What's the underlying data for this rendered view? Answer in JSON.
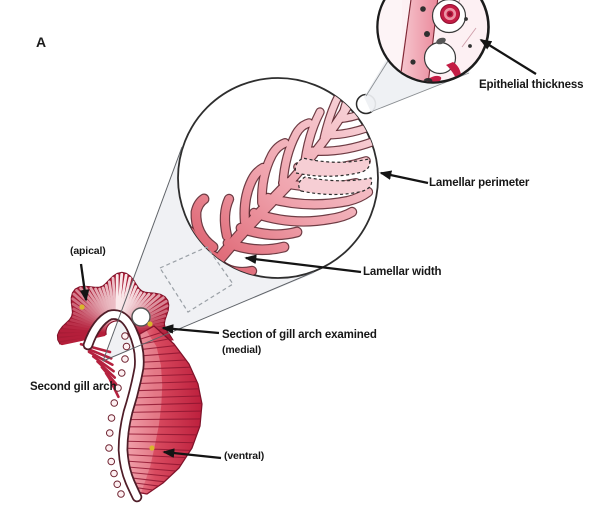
{
  "figure": {
    "panel_label": "A",
    "labels": {
      "epithelial_thickness": "Epithelial thickness",
      "lamellar_perimeter": "Lamellar perimeter",
      "lamellar_width": "Lamellar width",
      "section_examined": "Section of gill arch examined",
      "medial": "(medial)",
      "apical": "(apical)",
      "ventral": "(ventral)",
      "second_gill_arch": "Second gill arch"
    },
    "colors": {
      "crimson": "#c21f3d",
      "lamella_pink": "#f3c2c9",
      "marker_yellow": "#d8b62c",
      "arrow_black": "#141414",
      "cone_gray": "#eef0f3"
    }
  }
}
